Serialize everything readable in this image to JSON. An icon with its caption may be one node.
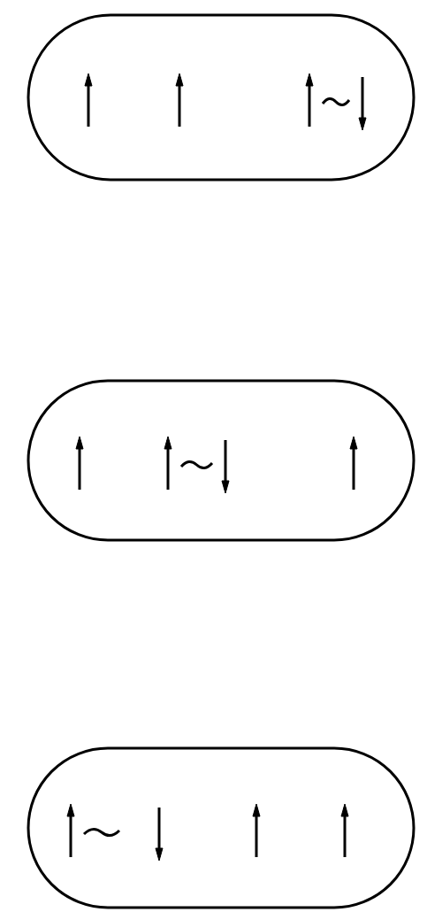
{
  "diagram": {
    "nodes": [
      {
        "text": [],
        "shape": "capsule"
      },
      {
        "text": [],
        "shape": "capsule"
      },
      {
        "text": [],
        "shape": "capsule"
      }
    ]
  }
}
